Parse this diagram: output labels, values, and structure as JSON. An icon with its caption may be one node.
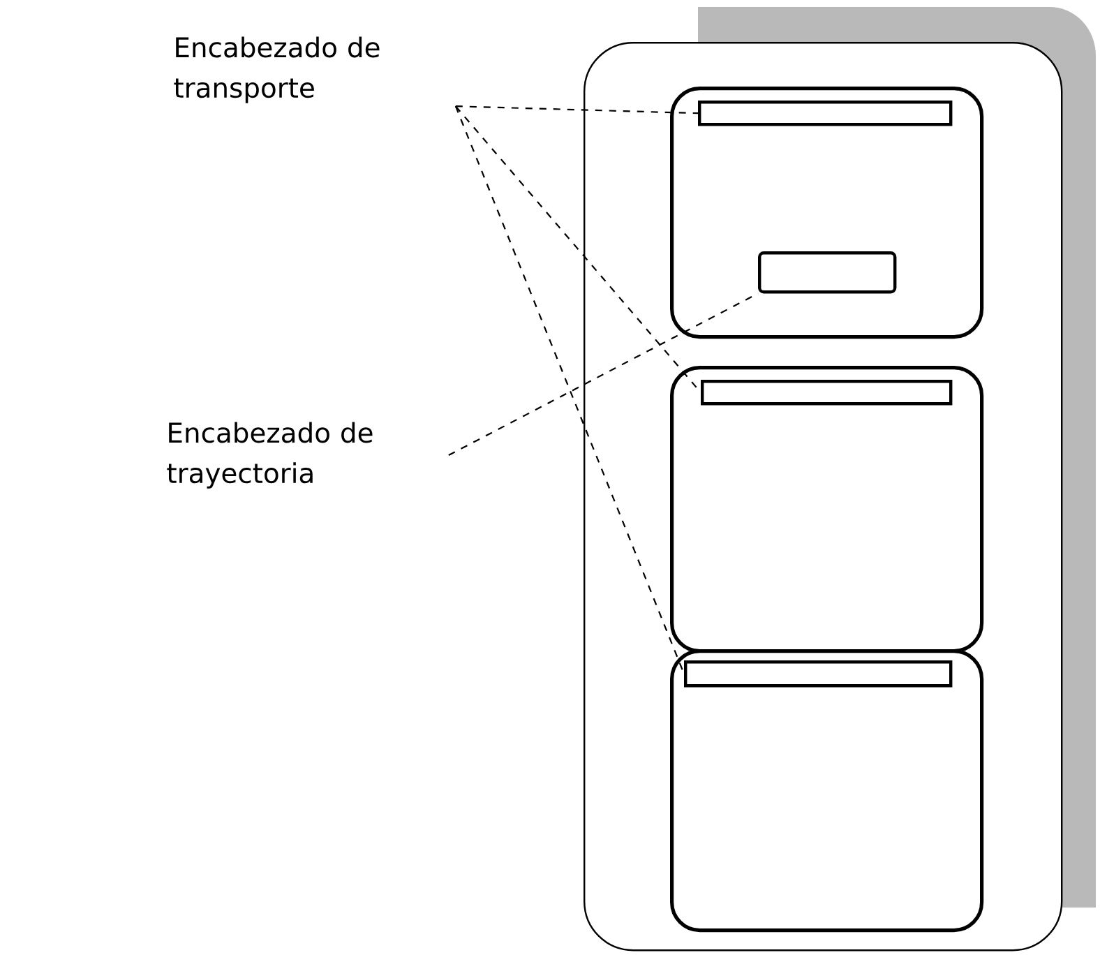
{
  "diagram": {
    "nodes": [
      {
        "text": [
          "Encabezado de transporte"
        ]
      },
      {
        "text": [
          "Encabezado de trayectoria"
        ]
      },
      {
        "text": [],
        "shape": "box"
      },
      {
        "text": [],
        "shape": "box",
        "in": 2
      },
      {
        "text": [],
        "shape": "bar",
        "in": 3
      },
      {
        "text": [],
        "shape": "box",
        "in": 3
      },
      {
        "text": [],
        "shape": "box",
        "in": 2
      },
      {
        "text": [],
        "shape": "bar",
        "in": 6
      },
      {
        "text": [],
        "shape": "box",
        "in": 2
      },
      {
        "text": [],
        "shape": "bar",
        "in": 8
      }
    ],
    "edges": [
      {
        "from": 0,
        "to": 4,
        "arrow": "none",
        "style": "dashed"
      },
      {
        "from": 0,
        "to": 7,
        "arrow": "none",
        "style": "dashed"
      },
      {
        "from": 0,
        "to": 9,
        "arrow": "none",
        "style": "dashed"
      },
      {
        "from": 1,
        "to": 5,
        "arrow": "none",
        "style": "dashed"
      }
    ]
  }
}
